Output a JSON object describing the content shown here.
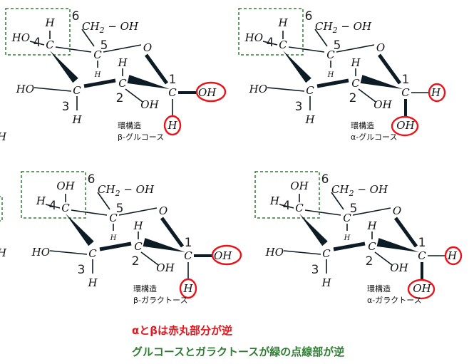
{
  "atoms": {
    "C": "C",
    "O": "O",
    "H": "H",
    "OH": "OH",
    "HO": "HO",
    "CH2": "CH",
    "CH2_sub": "2",
    "CH2_tail": " − OH"
  },
  "numbers": [
    "1",
    "2",
    "3",
    "4",
    "5",
    "6"
  ],
  "edge_fragments": [
    "H",
    "H"
  ],
  "molecules": [
    {
      "name": "beta-glucose",
      "label1": "環構造",
      "label2": "β-グルコース",
      "c4_top": "H",
      "c4_left": "HO",
      "c1_right": "OH",
      "c1_down": "H"
    },
    {
      "name": "alpha-glucose",
      "label1": "環構造",
      "label2": "α-グルコース",
      "c4_top": "H",
      "c4_left": "HO",
      "c1_right": "H",
      "c1_down": "OH"
    },
    {
      "name": "beta-galactose",
      "label1": "環構造",
      "label2": "β-ガラクトース",
      "c4_top": "OH",
      "c4_left": "H",
      "c1_right": "OH",
      "c1_down": "H"
    },
    {
      "name": "alpha-galactose",
      "label1": "環構造",
      "label2": "α-ガラクトース",
      "c4_top": "OH",
      "c4_left": "H",
      "c1_right": "H",
      "c1_down": "OH"
    }
  ],
  "notes": {
    "red": "αとβは赤丸部分が逆",
    "green": "グルコースとガラクトースが緑の点線部が逆"
  },
  "colors": {
    "red": "#e8141c",
    "green": "#2e7d32",
    "bond": "#0d1b24"
  }
}
